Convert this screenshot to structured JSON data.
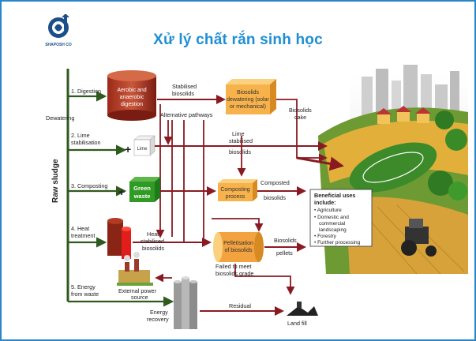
{
  "title": "Xử lý chất rắn sinh học",
  "logo": {
    "icon": "company-logo-icon",
    "text": "SHAPOSH CO"
  },
  "colors": {
    "title": "#1e8fd5",
    "border": "#2a86c8",
    "arrow": "#8a1a22",
    "flow": "#2f5a1e",
    "orange_box": "#f7b24b"
  },
  "left_labels": {
    "raw_sludge": "Raw sludge",
    "dewatering": "Dewatering"
  },
  "steps": {
    "s1": "1. Digestion",
    "s2a": "2. Lime",
    "s2b": "stabilisation",
    "s3": "3. Composting",
    "s4a": "4. Heat",
    "s4b": "treatment",
    "s5a": "5. Energy",
    "s5b": "from waste"
  },
  "boxes": {
    "digester_1": "Aerobic and",
    "digester_2": "anaerobic",
    "digester_3": "digestion",
    "dewater_1": "Biosolids",
    "dewater_2": "dewatering (solar",
    "dewater_3": "or mechanical)",
    "lime": "Lime",
    "green_1": "Green",
    "green_2": "waste",
    "compost_1": "Composting",
    "compost_2": "process",
    "pellet_1": "Pelletisation",
    "pellet_2": "of biosolids",
    "energy_1": "Energy",
    "energy_2": "recovery",
    "power_1": "External power",
    "power_2": "source",
    "landfill": "Land fill"
  },
  "flow_labels": {
    "stab_1": "Stabilised",
    "stab_2": "biosolids",
    "alt": "Alternative pathways",
    "cake_1": "Biosolids",
    "cake_2": "cake",
    "lime_1": "Lime",
    "lime_2": "stabilised",
    "lime_3": "biosolids",
    "comp_1": "Composted",
    "comp_2": "biosolids",
    "heat_1": "Heat",
    "heat_2": "stabilised",
    "heat_3": "biosolids",
    "pellets_1": "Biosolids",
    "pellets_2": "pellets",
    "failed_1": "Failed to meet",
    "failed_2": "biosolids grade",
    "residual": "Residual"
  },
  "uses": {
    "heading_1": "Beneficial uses",
    "heading_2": "include:",
    "items": [
      "• Agriculture",
      "• Domestic and",
      "commercial",
      "landscaping",
      "• Forestry",
      "• Further processing"
    ]
  }
}
